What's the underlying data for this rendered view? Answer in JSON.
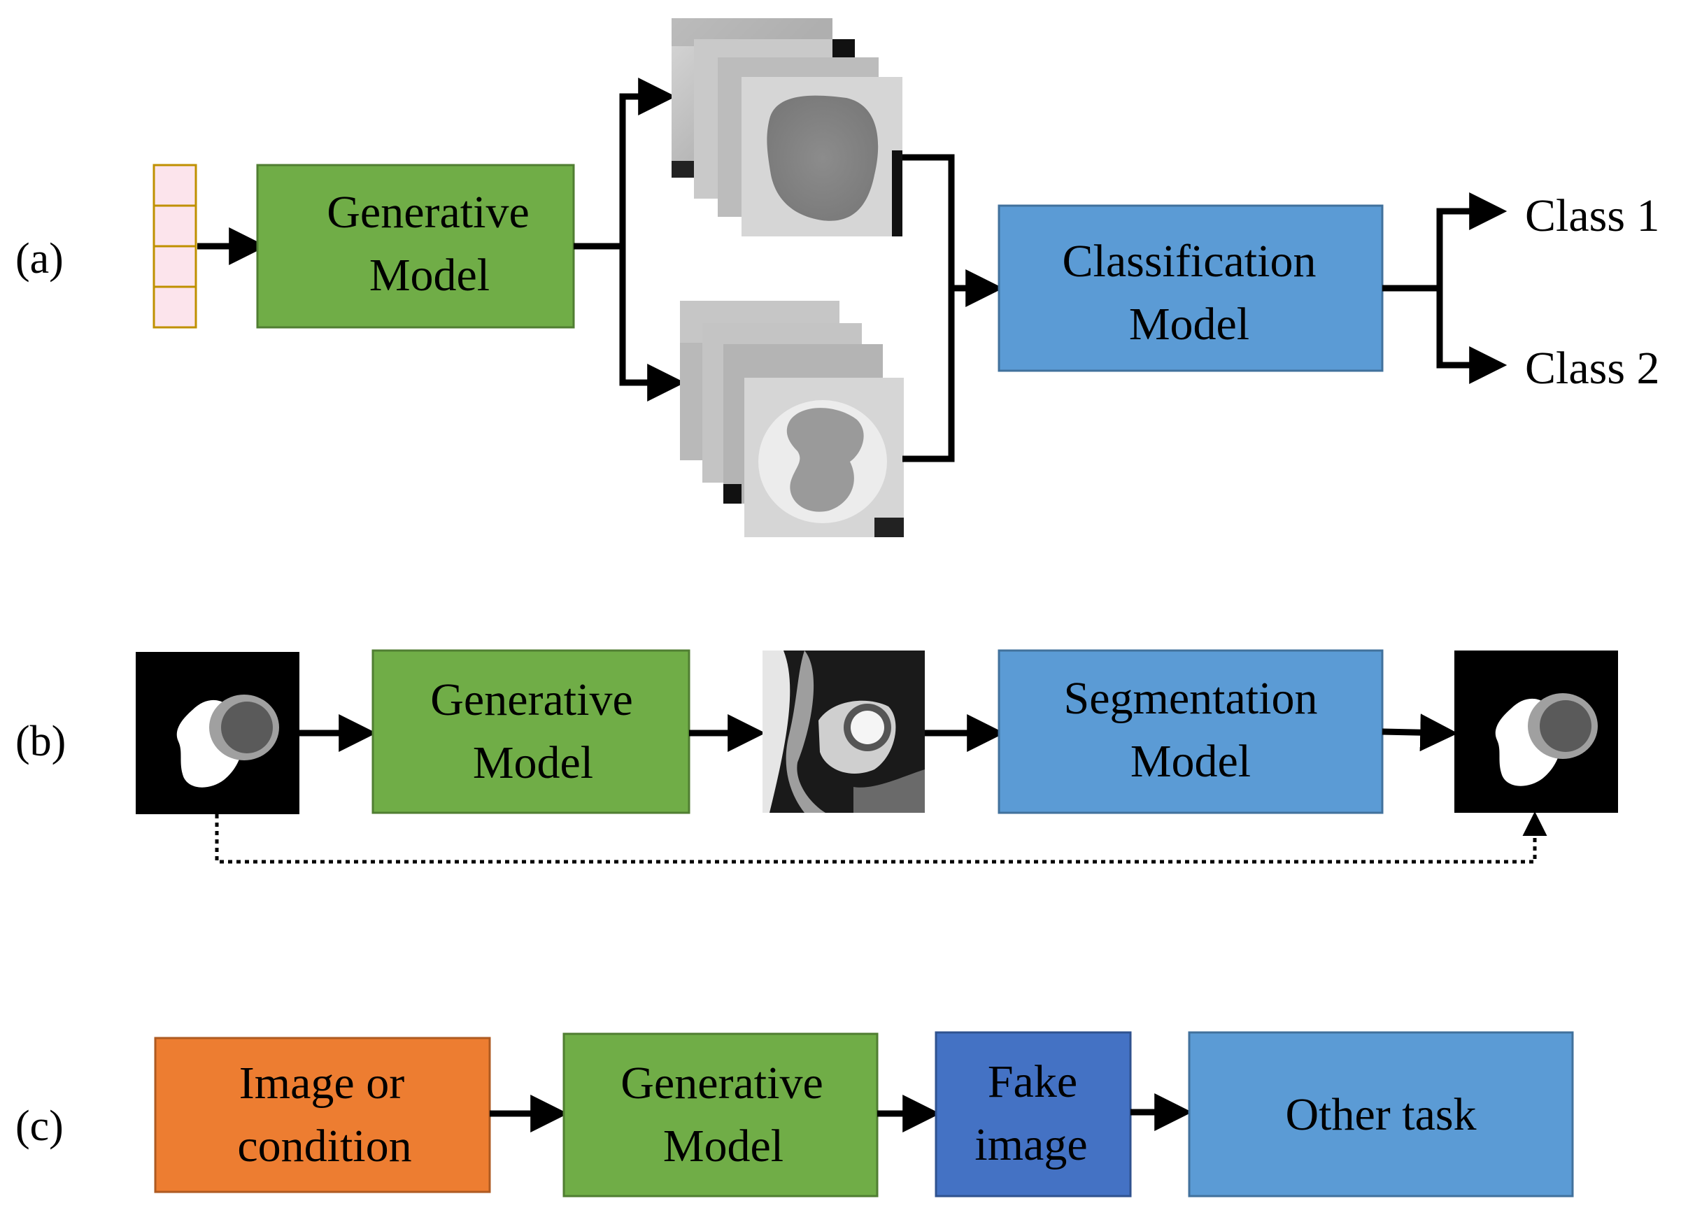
{
  "colors": {
    "generative": "#70AD47",
    "generative_border": "#507E32",
    "model_blue": "#5B9BD5",
    "model_blue_border": "#41719C",
    "fake_image": "#4472C4",
    "fake_image_border": "#2F528F",
    "condition": "#ED7D31",
    "condition_border": "#AE5A21",
    "latent_fill": "#FCE4EC",
    "latent_border": "#BF9000",
    "arrow": "#000000"
  },
  "panel_a": {
    "label": "(a)",
    "generative_line1": "Generative",
    "generative_line2": "Model",
    "classifier_line1": "Classification",
    "classifier_line2": "Model",
    "class1": "Class 1",
    "class2": "Class 2"
  },
  "panel_b": {
    "label": "(b)",
    "generative_line1": "Generative",
    "generative_line2": "Model",
    "segmentation_line1": "Segmentation",
    "segmentation_line2": "Model"
  },
  "panel_c": {
    "label": "(c)",
    "condition_line1": "Image or",
    "condition_line2": "condition",
    "generative_line1": "Generative",
    "generative_line2": "Model",
    "fake_line1": "Fake",
    "fake_line2": "image",
    "other_task": "Other task"
  }
}
